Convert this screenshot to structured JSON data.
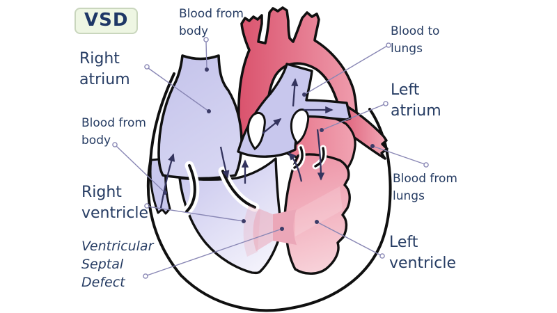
{
  "badge": {
    "label": "VSD"
  },
  "labels": {
    "blood_from_body_top": "Blood from\nbody",
    "right_atrium": "Right\natrium",
    "blood_from_body_left": "Blood from\nbody",
    "right_ventricle": "Right\nventricle",
    "ventricular_septal_defect": "Ventricular\nSeptal\nDefect",
    "blood_to_lungs": "Blood to\nlungs",
    "left_atrium": "Left\natrium",
    "blood_from_lungs": "Blood from\nlungs",
    "left_ventricle": "Left\nventricle"
  },
  "colors": {
    "label-text": "#263c63",
    "badge-bg": "#eef6e3",
    "badge-border": "#c9d6bd",
    "badge-text": "#1e3766",
    "outline": "#101010",
    "aorta-dark": "#d94f6a",
    "aorta-light": "#f0a0b0",
    "desc-dark": "#dc5570",
    "desc-light": "#f2abb9",
    "rootla-dark": "#e4677e",
    "rootla-light": "#f1a6b5",
    "lv-top": "#ec8da1",
    "lv-bottom": "#f8d4db",
    "rv-top": "#cac8ee",
    "rv-bottom": "#f5f4fc",
    "ra-top": "#c5c4eb",
    "ra-bottom": "#d9d8f3",
    "vein-lavender": "#c8c7ed",
    "jet-pink": "#eba7b8",
    "arrow-navy": "#34345e",
    "leader-line": "#8886b4",
    "leader-dot": "#3c3c68"
  }
}
